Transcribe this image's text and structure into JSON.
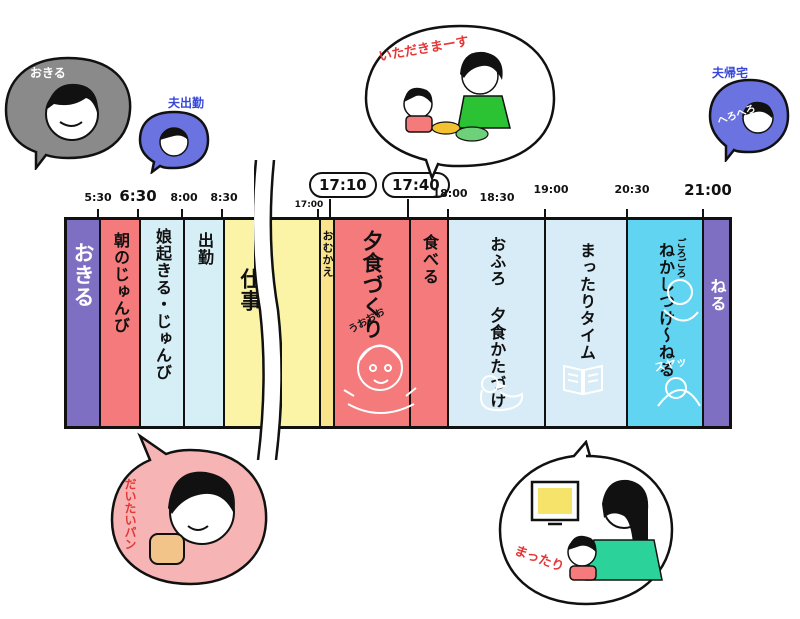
{
  "times": {
    "t0530": "5:30",
    "t0630": "6:30",
    "t0800": "8:00",
    "t0830": "8:30",
    "t1700": "17:00",
    "t1710": "17:10",
    "t1740": "17:40",
    "t1800": "18:00",
    "t1830": "18:30",
    "t1900": "19:00",
    "t2030": "20:30",
    "t2100": "21:00"
  },
  "segments": {
    "wake": "おきる",
    "breakfast": "朝のじゅんび",
    "daughter": "娘起きる・じゅんび",
    "commute": "出勤",
    "work": "仕事",
    "pickup": "おむかえ",
    "dinner_prep": "夕食づくり",
    "dinner_prep_sfx": "うおおお",
    "eat": "食べる",
    "bath_cleanup": "おふろ 夕食かたづけ",
    "relax": "まったりタイム",
    "bedtime": "ねかしつけ〜ねる",
    "bedtime_sfx1": "ごろごろ",
    "bedtime_sfx2": "スヤッ",
    "sleep": "ねる"
  },
  "bubbles": {
    "wake": "おきる",
    "husband_out": "夫出勤",
    "husband_home": "夫帰宅",
    "husband_home_sfx": "へろへろ",
    "itadakimasu": "いただきまーす",
    "bread": "だいたいパン",
    "relax": "まったり"
  },
  "colors": {
    "wake": "#7f6fc2",
    "breakfast": "#f47a7c",
    "daughter": "#d6eef6",
    "commute": "#d6eef6",
    "work": "#fbf3a6",
    "pickup": "#f9e48c",
    "dinner": "#f47a7c",
    "bath": "#d8ecf7",
    "relax": "#d8ecf7",
    "bedtime": "#61d4f2",
    "sleep": "#7f6fc2",
    "red_text": "#e53636",
    "blue_text": "#3646d9"
  }
}
